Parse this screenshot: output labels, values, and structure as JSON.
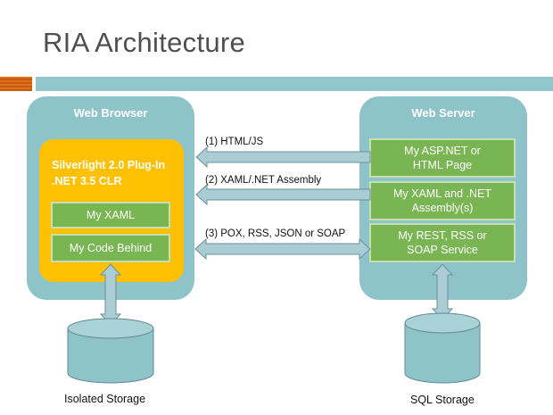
{
  "title": "RIA Architecture",
  "browser": {
    "title": "Web Browser",
    "plugin_line1": "Silverlight 2.0 Plug-In",
    "plugin_line2": ".NET 3.5 CLR",
    "xaml": "My XAML",
    "code_behind": "My Code Behind"
  },
  "server": {
    "title": "Web Server",
    "box1_line1": "My ASP.NET or",
    "box1_line2": "HTML Page",
    "box2_line1": "My XAML and .NET",
    "box2_line2": "Assembly(s)",
    "box3_line1": "My REST, RSS or",
    "box3_line2": "SOAP Service"
  },
  "arrows": {
    "a1": "(1) HTML/JS",
    "a2": "(2) XAML/.NET Assembly",
    "a3": "(3) POX, RSS, JSON or SOAP"
  },
  "storage": {
    "isolated": "Isolated Storage",
    "sql": "SQL Storage"
  },
  "colors": {
    "panel": "#8ec4c9",
    "plugin": "#fdc002",
    "component": "#79b552",
    "accent": "#e0711b"
  }
}
